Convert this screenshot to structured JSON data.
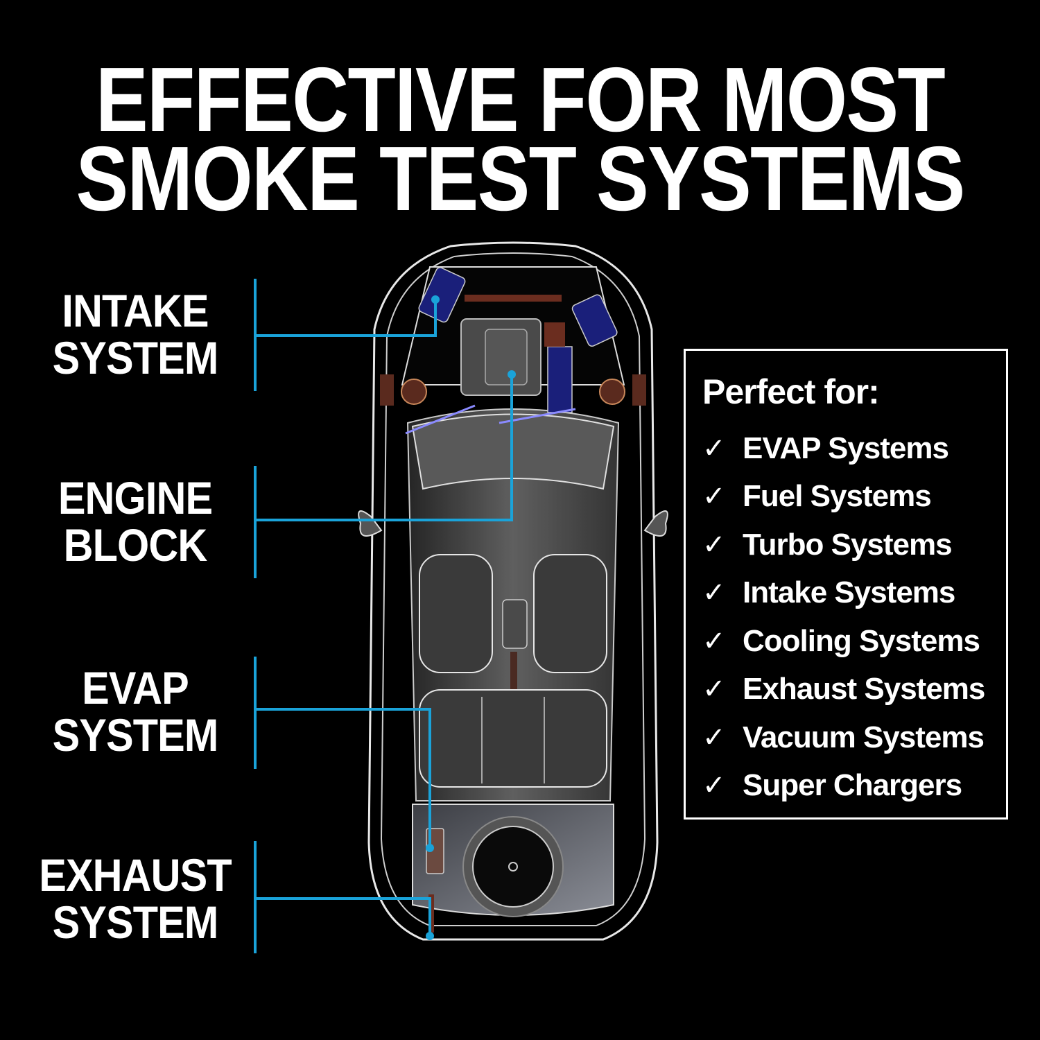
{
  "title": {
    "line1": "EFFECTIVE FOR MOST",
    "line2": "SMOKE TEST SYSTEMS"
  },
  "colors": {
    "background": "#000000",
    "text": "#ffffff",
    "accent_blue": "#1aa3d9",
    "component_navy": "#1a1f7a",
    "component_brown": "#6b2d1f"
  },
  "callouts": [
    {
      "line1": "INTAKE",
      "line2": "SYSTEM"
    },
    {
      "line1": "ENGINE",
      "line2": "BLOCK"
    },
    {
      "line1": "EVAP",
      "line2": "SYSTEM"
    },
    {
      "line1": "EXHAUST",
      "line2": "SYSTEM"
    }
  ],
  "illustration": {
    "subject": "car-top-view-xray",
    "icon": "car-icon"
  },
  "perfect_for": {
    "heading": "Perfect for:",
    "check_icon": "✓",
    "items": [
      "EVAP Systems",
      "Fuel Systems",
      "Turbo Systems",
      "Intake Systems",
      "Cooling Systems",
      "Exhaust Systems",
      "Vacuum Systems",
      "Super Chargers"
    ]
  }
}
